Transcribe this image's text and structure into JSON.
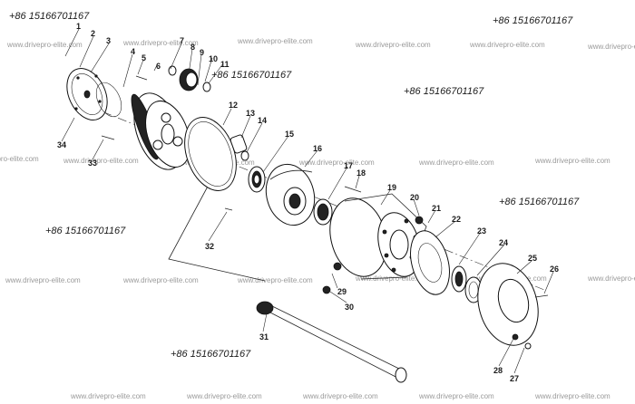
{
  "phone_text": "+86 15166701167",
  "watermark_text": "www.drivepro-elite.com",
  "part_numbers": [
    "1",
    "2",
    "3",
    "4",
    "5",
    "6",
    "7",
    "8",
    "9",
    "10",
    "11",
    "12",
    "13",
    "14",
    "15",
    "16",
    "17",
    "18",
    "19",
    "20",
    "21",
    "22",
    "23",
    "24",
    "25",
    "26",
    "27",
    "28",
    "29",
    "30",
    "31",
    "32",
    "33",
    "34"
  ]
}
